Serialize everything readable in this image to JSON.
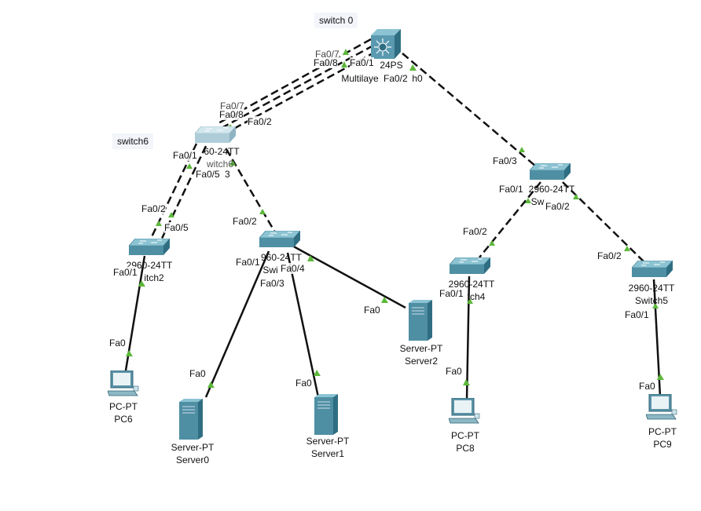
{
  "notes": {
    "switch0": "switch 0",
    "switch6": "switch6"
  },
  "colors": {
    "link": "#111111",
    "port_up": "#5cb83a",
    "switch": "#4f8fa3",
    "switch_light": "#aecdd8",
    "multilayer": "#5a9ab0"
  },
  "devices": {
    "multilayer": {
      "model_partial": "24PS",
      "name_partial": "Multilaye",
      "name_tail": "h0",
      "icon": "multilayer-switch-icon"
    },
    "switch6": {
      "model_partial": "60-24TT",
      "name_partial": "witch6",
      "icon": "switch-icon"
    },
    "switch2": {
      "model_partial": "2960-24TT",
      "name_partial": "itch2",
      "icon": "switch-icon"
    },
    "switch3": {
      "model_partial": "960-24TT",
      "name_partial": "Swi",
      "icon": "switch-icon"
    },
    "switch_tr": {
      "model": "2960-24TT",
      "name_partial": "Sw",
      "icon": "switch-icon"
    },
    "switch4": {
      "model": "2960-24TT",
      "name_partial": "tch4",
      "icon": "switch-icon"
    },
    "switch5": {
      "model": "2960-24TT",
      "name": "Switch5",
      "icon": "switch-icon"
    },
    "pc6": {
      "model": "PC-PT",
      "name": "PC6",
      "icon": "pc-icon"
    },
    "pc8": {
      "model": "PC-PT",
      "name": "PC8",
      "icon": "pc-icon"
    },
    "pc9": {
      "model": "PC-PT",
      "name": "PC9",
      "icon": "pc-icon"
    },
    "server0": {
      "model": "Server-PT",
      "name": "Server0",
      "icon": "server-icon"
    },
    "server1": {
      "model": "Server-PT",
      "name": "Server1",
      "icon": "server-icon"
    },
    "server2": {
      "model": "Server-PT",
      "name": "Server2",
      "icon": "server-icon"
    }
  },
  "ports": {
    "ml_fa07": "Fa0/7",
    "ml_fa08": "Fa0/8",
    "ml_fa01": "Fa0/1",
    "ml_fa02": "Fa0/2",
    "s6_fa07": "Fa0/7",
    "s6_fa08": "Fa0/8",
    "s6_fa02": "Fa0/2",
    "s6_fa01": "Fa0/1",
    "s6_fa05": "Fa0/5",
    "s6_3": "3",
    "s2_fa02": "Fa0/2",
    "s2_fa05": "Fa0/5",
    "s2_fa01": "Fa0/1",
    "s3_fa02": "Fa0/2",
    "s3_fa01": "Fa0/1",
    "s3_fa04": "Fa0/4",
    "s3_fa03": "Fa0/3",
    "str_fa03": "Fa0/3",
    "str_fa01": "Fa0/1",
    "str_fa02": "Fa0/2",
    "s4_fa02": "Fa0/2",
    "s4_fa01": "Fa0/1",
    "s5_fa02": "Fa0/2",
    "s5_fa01": "Fa0/1",
    "pc6_fa0": "Fa0",
    "pc8_fa0": "Fa0",
    "pc9_fa0": "Fa0",
    "sv0_fa0": "Fa0",
    "sv1_fa0": "Fa0",
    "sv2_fa0": "Fa0"
  }
}
